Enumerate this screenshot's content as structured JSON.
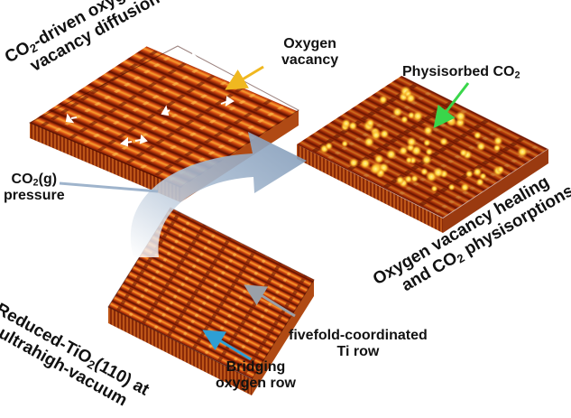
{
  "colors": {
    "surface_dark": "#4a0a00",
    "surface_mid": "#c43d0a",
    "surface_light": "#f79a28",
    "spot": "#ffe54a",
    "arrow_oxygen_vacancy": "#f0b820",
    "arrow_physisorbed": "#39d64a",
    "arrow_ti_row": "#9aa0a8",
    "arrow_bridging": "#2e9fd4",
    "process_arrow": "#9fb4cc",
    "text": "#111111"
  },
  "panels": [
    {
      "id": "reduced",
      "description_label": "reduced-panel"
    },
    {
      "id": "vacancy_diffusion",
      "description_label": "diffusion-panel"
    },
    {
      "id": "healing",
      "description_label": "healing-panel"
    }
  ],
  "labels": {
    "diffusion_title_1": "CO",
    "diffusion_title_sub": "2",
    "diffusion_title_2": "-driven oxygen",
    "diffusion_title_3": "vacancy diffusion",
    "oxygen_vacancy_1": "Oxygen",
    "oxygen_vacancy_2": "vacancy",
    "physisorbed_1": "Physisorbed CO",
    "physisorbed_sub": "2",
    "co2g_1": "CO",
    "co2g_sub": "2",
    "co2g_2": "(g)",
    "pressure": "pressure",
    "healing_1": "Oxygen vacancy healing",
    "healing_2": "and CO",
    "healing_sub": "2",
    "healing_3": " physisorptions",
    "reduced_1": "Reduced-TiO",
    "reduced_sub": "2",
    "reduced_2": "(110) at",
    "reduced_3": "ultrahigh-vacuum",
    "ti_row_1": "fivefold-coordinated",
    "ti_row_2": "Ti row",
    "bridging_1": "Bridging",
    "bridging_2": "oxygen row"
  }
}
